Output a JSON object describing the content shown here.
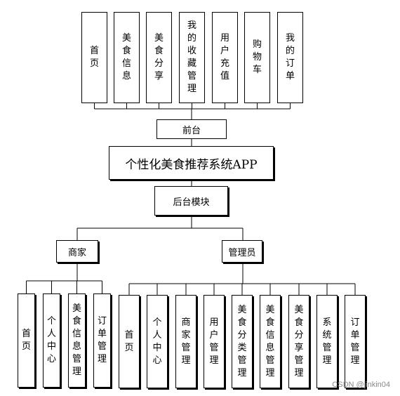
{
  "diagram": {
    "title": "个性化美食推荐系统APP",
    "frontend": {
      "label": "前台",
      "modules": [
        "首页",
        "美食信息",
        "美食分享",
        "我的收藏管理",
        "用户充值",
        "购物车",
        "我的订单"
      ]
    },
    "backend": {
      "label": "后台模块",
      "merchant": {
        "label": "商家",
        "modules": [
          "首页",
          "个人中心",
          "美食信息管理",
          "订单管理"
        ]
      },
      "admin": {
        "label": "管理员",
        "modules": [
          "首页",
          "个人中心",
          "商家管理",
          "用户管理",
          "美食分类管理",
          "美食信息管理",
          "美食分享管理",
          "系统管理",
          "订单管理"
        ]
      }
    }
  },
  "watermark": "CSDN @jinkin04"
}
